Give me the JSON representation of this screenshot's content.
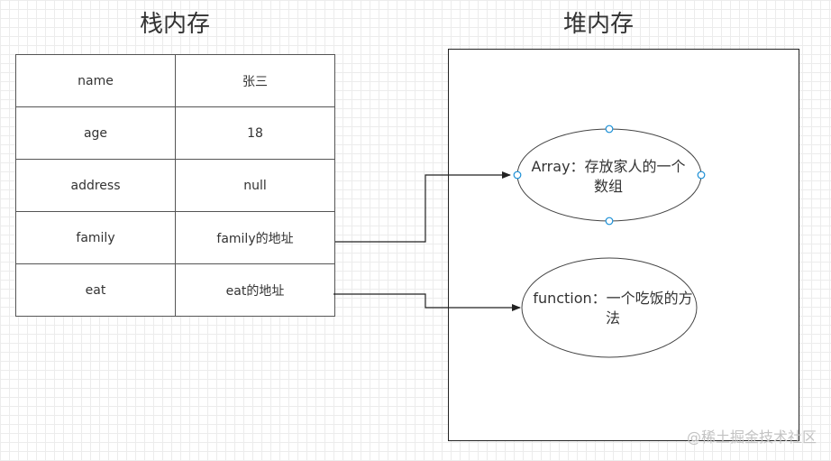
{
  "stack": {
    "title": "栈内存",
    "rows": [
      {
        "key": "name",
        "value": "张三"
      },
      {
        "key": "age",
        "value": "18"
      },
      {
        "key": "address",
        "value": "null"
      },
      {
        "key": "family",
        "value": "family的地址"
      },
      {
        "key": "eat",
        "value": "eat的地址"
      }
    ]
  },
  "heap": {
    "title": "堆内存",
    "array_object": {
      "line1": "Array：存放家人的一个",
      "line2": "数组"
    },
    "function_object": {
      "line1": "function：一个吃饭的方",
      "line2": "法"
    }
  },
  "watermark": "@稀土掘金技术社区",
  "colors": {
    "border": "#555555",
    "connector": "#222222",
    "selection_handle": "#1a8fd6",
    "watermark": "#c3c3c3"
  }
}
